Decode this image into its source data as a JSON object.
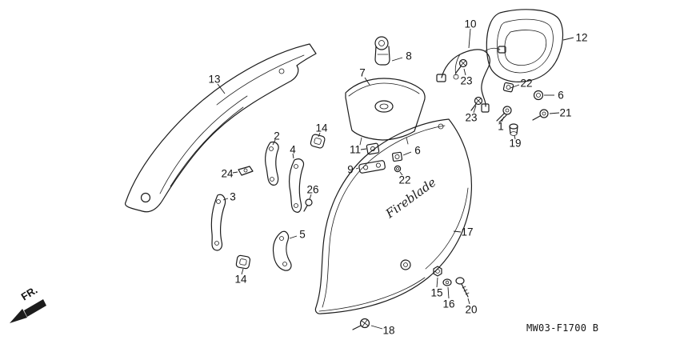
{
  "diagram": {
    "code": "MW03-F1700 B",
    "direction_label": "FR.",
    "logo_text": "Fireblade",
    "background_color": "#ffffff",
    "line_color": "#1c1c1c"
  },
  "callouts": [
    {
      "label": "10"
    },
    {
      "label": "12"
    },
    {
      "label": "8"
    },
    {
      "label": "7"
    },
    {
      "label": "23"
    },
    {
      "label": "22"
    },
    {
      "label": "13"
    },
    {
      "label": "6"
    },
    {
      "label": "23"
    },
    {
      "label": "21"
    },
    {
      "label": "1"
    },
    {
      "label": "14"
    },
    {
      "label": "2"
    },
    {
      "label": "19"
    },
    {
      "label": "4"
    },
    {
      "label": "11"
    },
    {
      "label": "6"
    },
    {
      "label": "9"
    },
    {
      "label": "24"
    },
    {
      "label": "22"
    },
    {
      "label": "3"
    },
    {
      "label": "26"
    },
    {
      "label": "5"
    },
    {
      "label": "17"
    },
    {
      "label": "14"
    },
    {
      "label": "15"
    },
    {
      "label": "16"
    },
    {
      "label": "20"
    },
    {
      "label": "18"
    }
  ]
}
